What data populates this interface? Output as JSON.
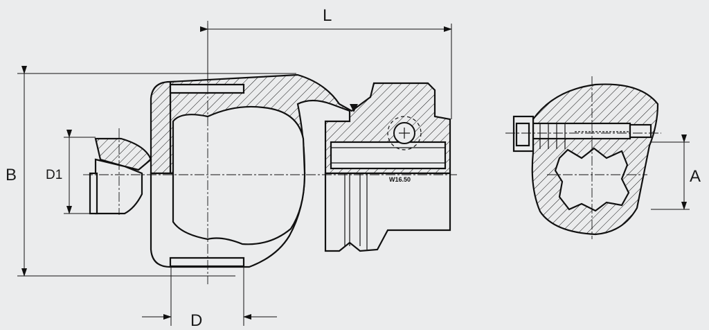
{
  "diagram": {
    "labels": {
      "L": "L",
      "B": "B",
      "D1": "D1",
      "D": "D",
      "A": "A"
    },
    "marking": "W16.50"
  }
}
